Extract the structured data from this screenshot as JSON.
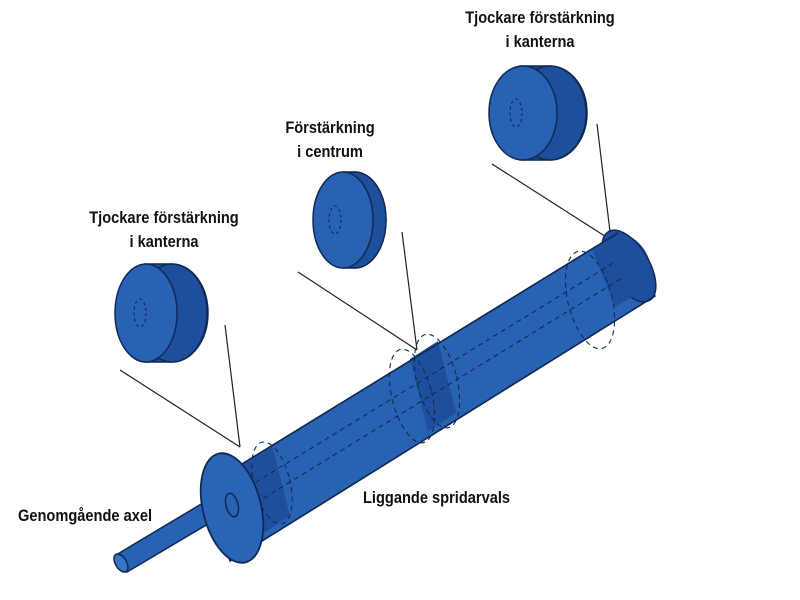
{
  "labels": {
    "top_right": [
      "Tjockare förstärkning",
      "i kanterna"
    ],
    "middle": [
      "Förstärkning",
      "i centrum"
    ],
    "left": [
      "Tjockare förstärkning",
      "i kanterna"
    ],
    "axle": "Genomgående axel",
    "roller": "Liggande spridarvals"
  },
  "colors": {
    "roller_body": "#2962b2",
    "band_dark": "#1e4f9c",
    "outline": "#0f2a55",
    "end_face": "#2a64b4",
    "leader_line": "#222222"
  }
}
